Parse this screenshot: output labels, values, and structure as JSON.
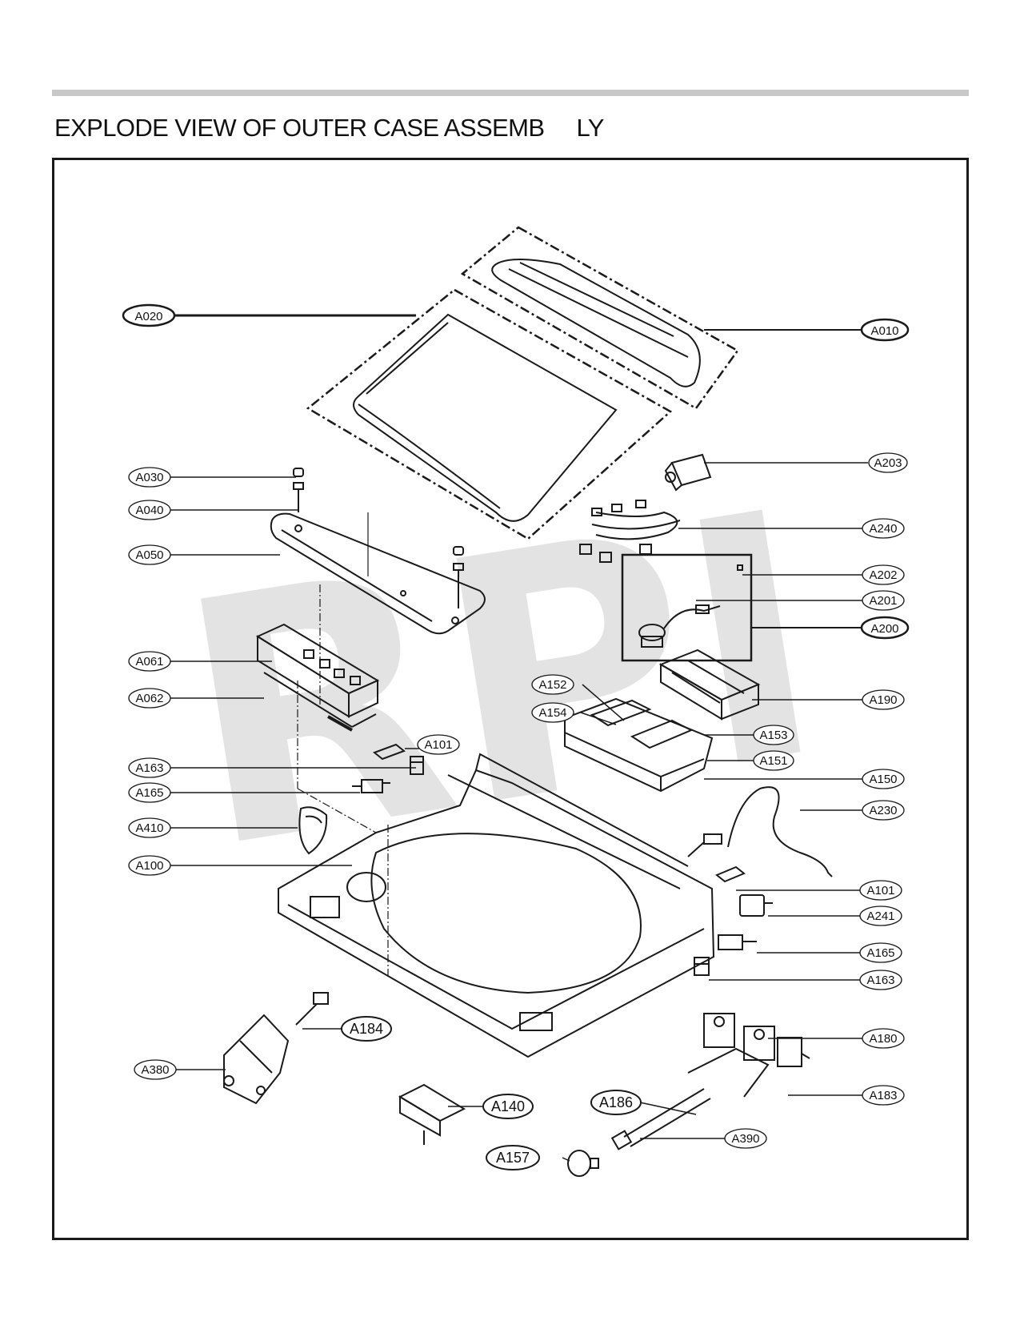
{
  "page": {
    "title": "EXPLODE VIEW OF OUTER CASE ASSEMB     LY",
    "watermark": "RPI"
  },
  "callouts": [
    {
      "id": "A010",
      "text": "A010"
    },
    {
      "id": "A020",
      "text": "A020"
    },
    {
      "id": "A030",
      "text": "A030"
    },
    {
      "id": "A040",
      "text": "A040"
    },
    {
      "id": "A050",
      "text": "A050"
    },
    {
      "id": "A061",
      "text": "A061"
    },
    {
      "id": "A062",
      "text": "A062"
    },
    {
      "id": "A101a",
      "text": "A101"
    },
    {
      "id": "A163a",
      "text": "A163"
    },
    {
      "id": "A165a",
      "text": "A165"
    },
    {
      "id": "A410",
      "text": "A410"
    },
    {
      "id": "A100",
      "text": "A100"
    },
    {
      "id": "A203",
      "text": "A203"
    },
    {
      "id": "A240",
      "text": "A240"
    },
    {
      "id": "A202",
      "text": "A202"
    },
    {
      "id": "A201",
      "text": "A201"
    },
    {
      "id": "A200",
      "text": "A200"
    },
    {
      "id": "A152",
      "text": "A152"
    },
    {
      "id": "A154",
      "text": "A154"
    },
    {
      "id": "A190",
      "text": "A190"
    },
    {
      "id": "A153",
      "text": "A153"
    },
    {
      "id": "A151",
      "text": "A151"
    },
    {
      "id": "A150",
      "text": "A150"
    },
    {
      "id": "A230",
      "text": "A230"
    },
    {
      "id": "A101b",
      "text": "A101"
    },
    {
      "id": "A241",
      "text": "A241"
    },
    {
      "id": "A165b",
      "text": "A165"
    },
    {
      "id": "A163b",
      "text": "A163"
    },
    {
      "id": "A180",
      "text": "A180"
    },
    {
      "id": "A183",
      "text": "A183"
    },
    {
      "id": "A184",
      "text": "A184"
    },
    {
      "id": "A380",
      "text": "A380"
    },
    {
      "id": "A140",
      "text": "A140"
    },
    {
      "id": "A186",
      "text": "A186"
    },
    {
      "id": "A390",
      "text": "A390"
    },
    {
      "id": "A157",
      "text": "A157"
    }
  ]
}
